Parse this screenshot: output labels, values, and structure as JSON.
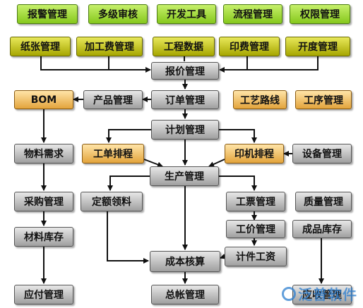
{
  "top_row": [
    "报警管理",
    "多级审核",
    "开发工具",
    "流程管理",
    "权限管理"
  ],
  "second_row": [
    "纸张管理",
    "加工费管理",
    "工程数据",
    "印费管理",
    "开度管理"
  ],
  "nodes": {
    "baojia": "报价管理",
    "bom": "BOM",
    "chanpin": "产品管理",
    "dingdan": "订单管理",
    "gongyi": "工艺路线",
    "gongxu": "工序管理",
    "jihua": "计划管理",
    "wuliao": "物料需求",
    "gongdan": "工单排程",
    "yinji": "印机排程",
    "shebei": "设备管理",
    "shengchan": "生产管理",
    "caigou": "采购管理",
    "dinge": "定额领料",
    "gongpiao": "工票管理",
    "zhiliang": "质量管理",
    "cailiao": "材料库存",
    "gongjia": "工价管理",
    "chengpin": "成品库存",
    "chengben": "成本核算",
    "jijian": "计件工资",
    "yingfu": "应付管理",
    "zongzhang": "总帐管理",
    "yingshou": "应收管理"
  },
  "watermark": "泛普软件"
}
